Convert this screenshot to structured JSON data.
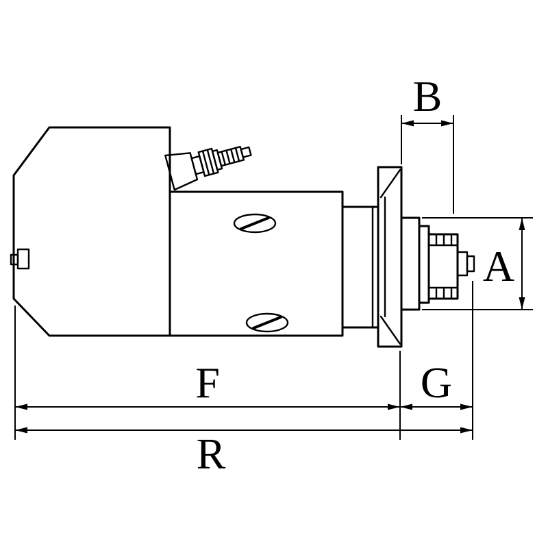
{
  "diagram": {
    "background": "#ffffff",
    "line_color": "#000000",
    "labels": {
      "b": "B",
      "a": "A",
      "f": "F",
      "g": "G",
      "r": "R"
    }
  }
}
